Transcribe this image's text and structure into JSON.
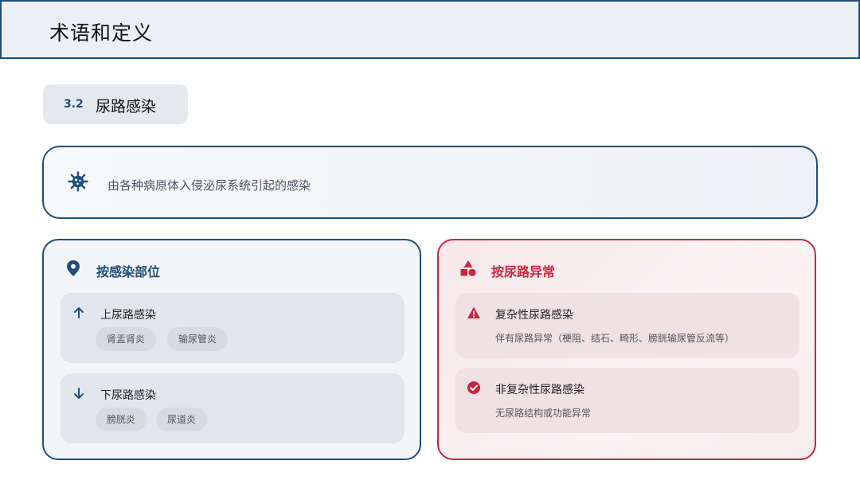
{
  "header": {
    "title": "术语和定义"
  },
  "section": {
    "number": "3.2",
    "name": "尿路感染"
  },
  "definition": {
    "icon": "virus-icon",
    "text": "由各种病原体入侵泌尿系统引起的感染"
  },
  "by_site": {
    "icon": "location-pin-icon",
    "title": "按感染部位",
    "accent": "#1f4e7c",
    "upper": {
      "icon": "arrow-up-icon",
      "title": "上尿路感染",
      "tags": [
        "肾盂肾炎",
        "输尿管炎"
      ]
    },
    "lower": {
      "icon": "arrow-down-icon",
      "title": "下尿路感染",
      "tags": [
        "膀胱炎",
        "尿道炎"
      ]
    }
  },
  "by_abnormality": {
    "icon": "shapes-icon",
    "title": "按尿路异常",
    "accent": "#c8283f",
    "complicated": {
      "icon": "warning-icon",
      "title": "复杂性尿路感染",
      "desc": "伴有尿路异常（梗阻、结石、畸形、膀胱输尿管反流等）"
    },
    "uncomplicated": {
      "icon": "check-circle-icon",
      "title": "非复杂性尿路感染",
      "desc": "无尿路结构或功能异常"
    }
  }
}
